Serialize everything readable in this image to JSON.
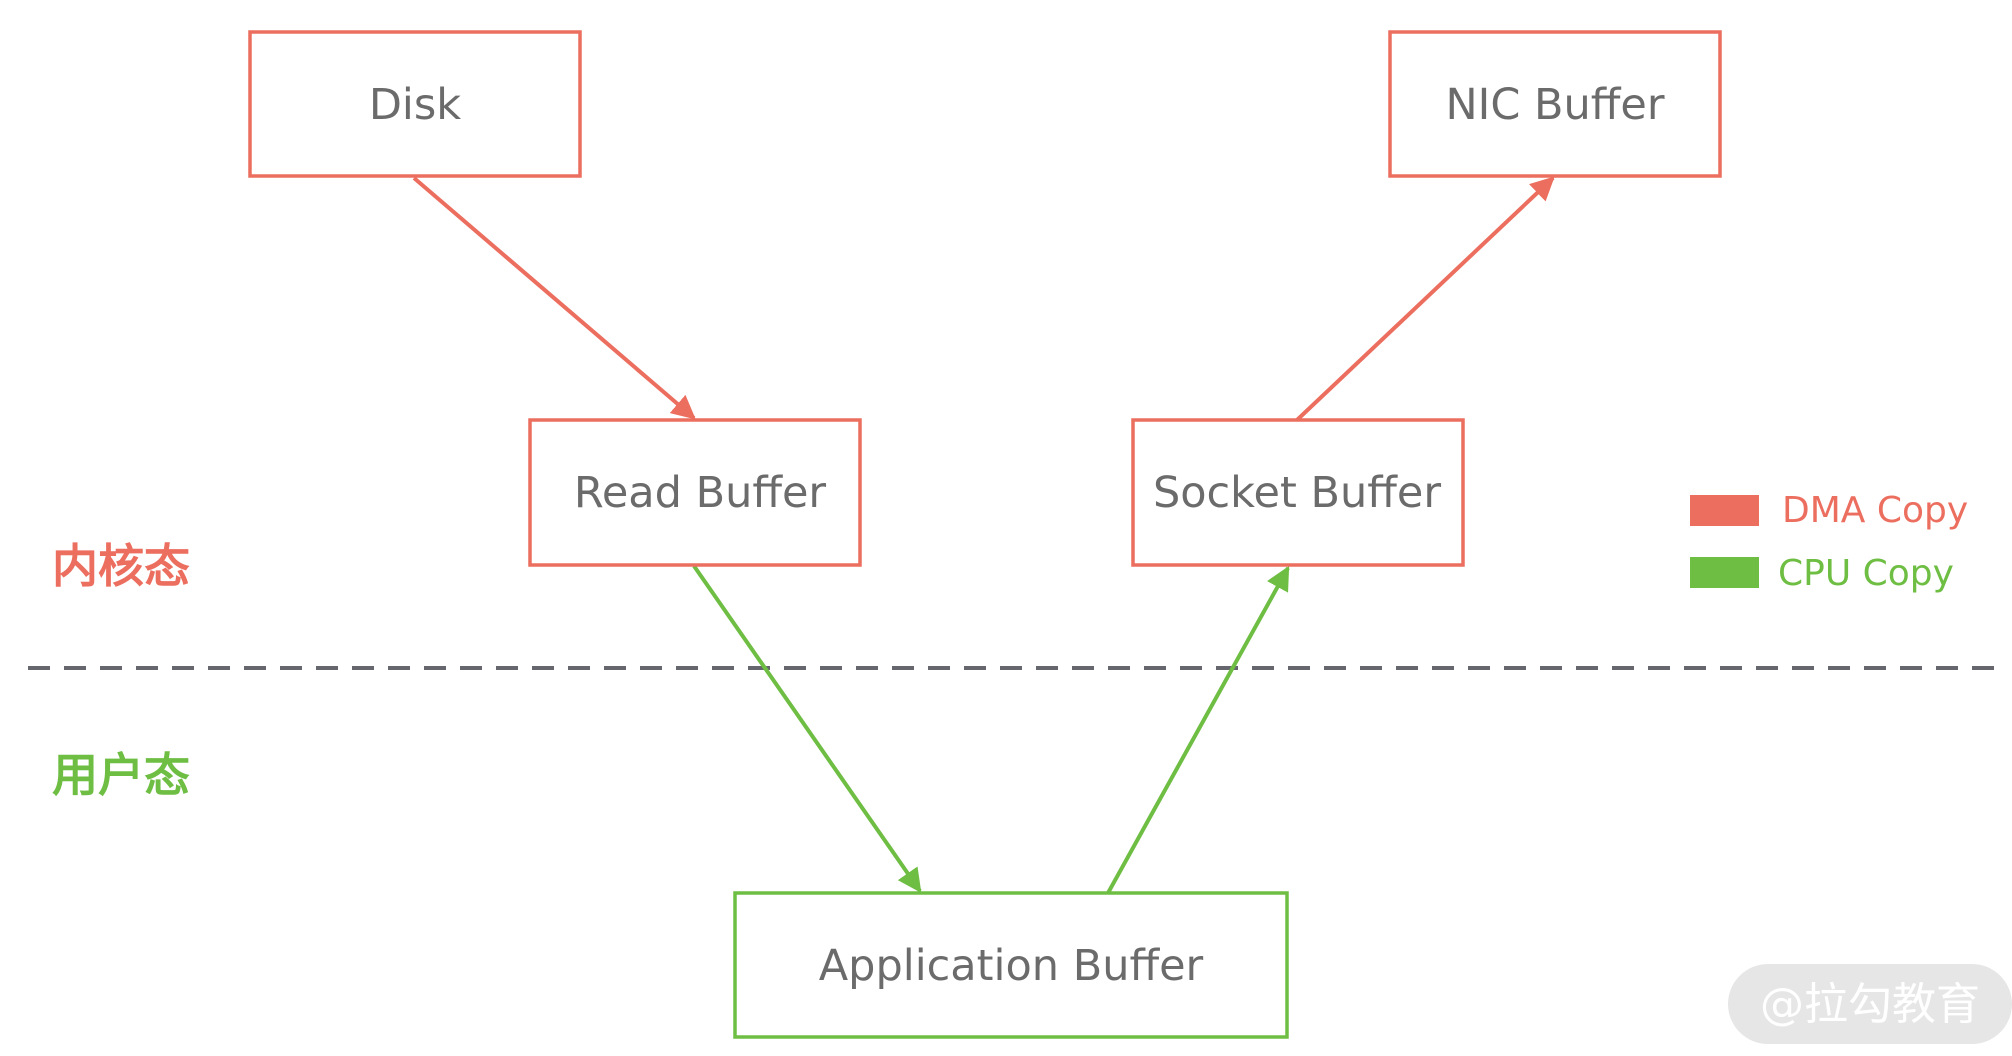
{
  "colors": {
    "dma": "#ec6e5f",
    "cpu": "#6fbe44",
    "divider": "#66666e",
    "text": "#6b6b6b",
    "watermark_bg": "#e6e6e6"
  },
  "nodes": {
    "disk": "Disk",
    "nic_buffer": "NIC Buffer",
    "read_buffer": "Read Buffer",
    "socket_buffer": "Socket Buffer",
    "application_buffer": "Application Buffer"
  },
  "zones": {
    "kernel": "内核态",
    "user": "用户态"
  },
  "legend": {
    "dma": "DMA Copy",
    "cpu": "CPU Copy"
  },
  "watermark": "@拉勾教育"
}
